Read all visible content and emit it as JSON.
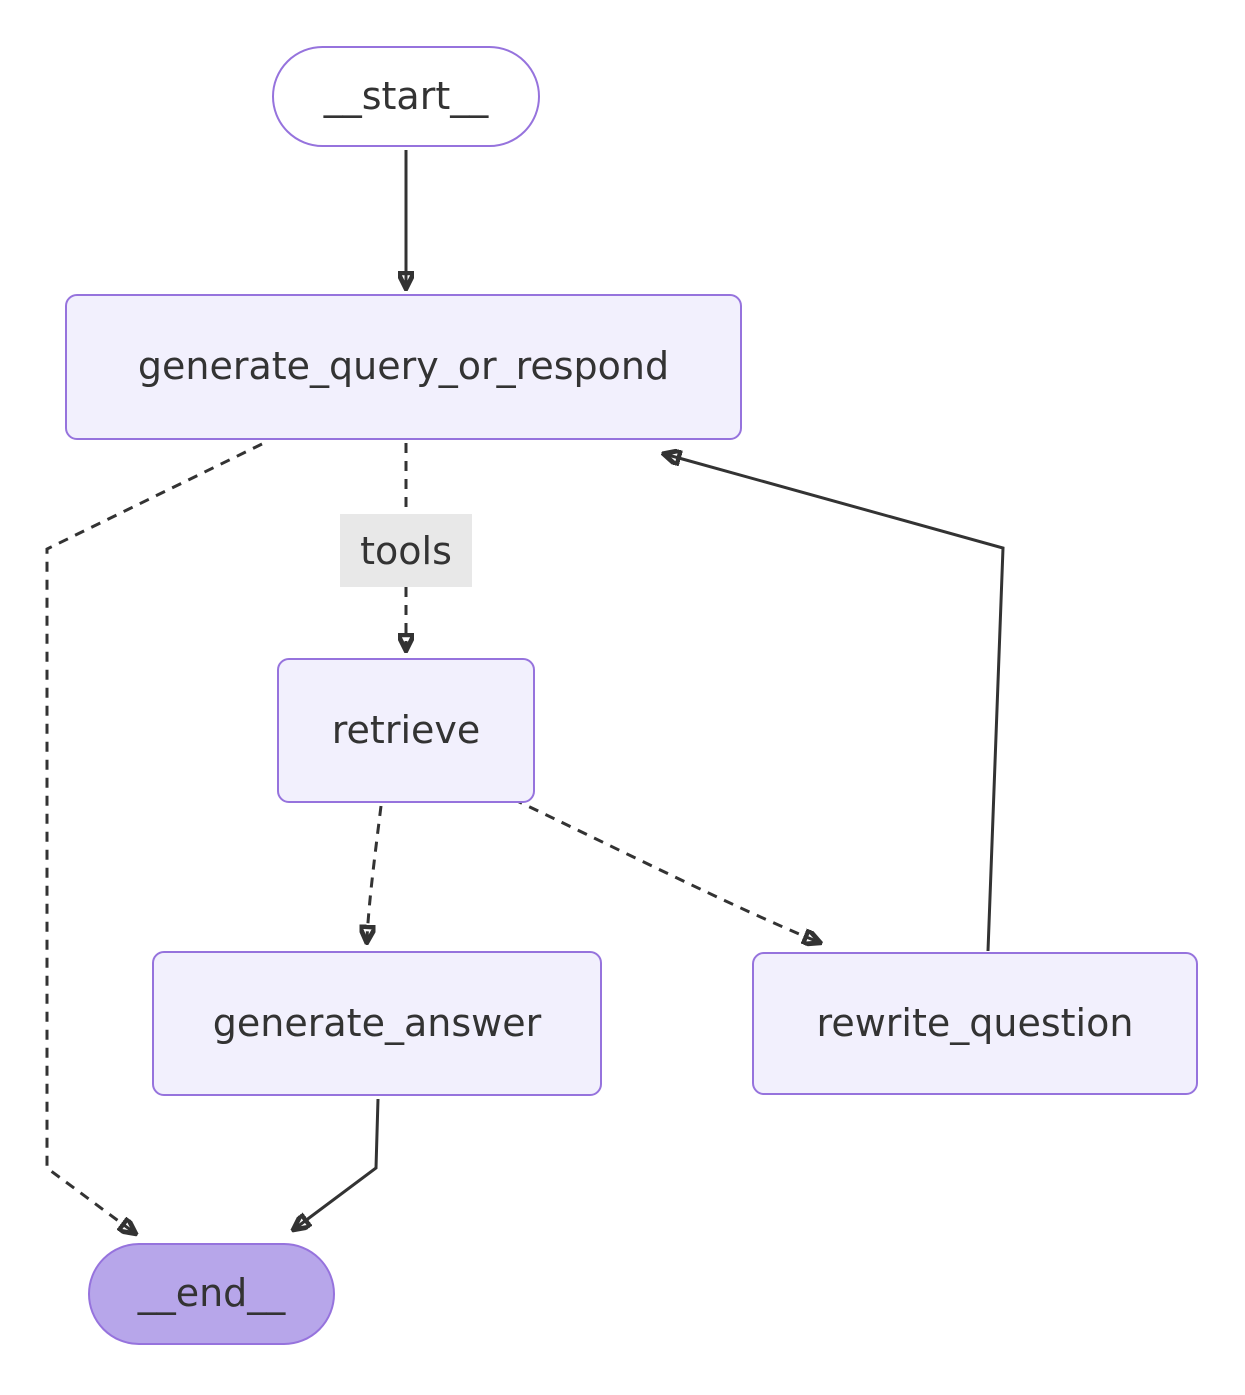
{
  "diagram": {
    "type": "flowchart",
    "direction": "top-down",
    "nodes": {
      "start": {
        "label": "__start__",
        "shape": "stadium"
      },
      "generate_query_or_respond": {
        "label": "generate_query_or_respond",
        "shape": "rounded-rect"
      },
      "retrieve": {
        "label": "retrieve",
        "shape": "rounded-rect"
      },
      "generate_answer": {
        "label": "generate_answer",
        "shape": "rounded-rect"
      },
      "rewrite_question": {
        "label": "rewrite_question",
        "shape": "rounded-rect"
      },
      "end": {
        "label": "__end__",
        "shape": "stadium"
      }
    },
    "edge_labels": {
      "tools": "tools"
    },
    "edges": [
      {
        "from": "__start__",
        "to": "generate_query_or_respond",
        "style": "solid",
        "label": ""
      },
      {
        "from": "generate_query_or_respond",
        "to": "retrieve",
        "style": "dotted",
        "label": "tools"
      },
      {
        "from": "generate_query_or_respond",
        "to": "__end__",
        "style": "dotted",
        "label": ""
      },
      {
        "from": "retrieve",
        "to": "generate_answer",
        "style": "dotted",
        "label": ""
      },
      {
        "from": "retrieve",
        "to": "rewrite_question",
        "style": "dotted",
        "label": ""
      },
      {
        "from": "rewrite_question",
        "to": "generate_query_or_respond",
        "style": "solid",
        "label": ""
      },
      {
        "from": "generate_answer",
        "to": "__end__",
        "style": "solid",
        "label": ""
      }
    ],
    "colors": {
      "node_fill": "#f2f0fd",
      "node_border": "#9673dd",
      "end_fill": "#b7a6ea",
      "start_fill": "#ffffff",
      "edge": "#333333",
      "text": "#333333",
      "edge_label_bg": "#e8e8e8",
      "background": "#ffffff"
    }
  }
}
